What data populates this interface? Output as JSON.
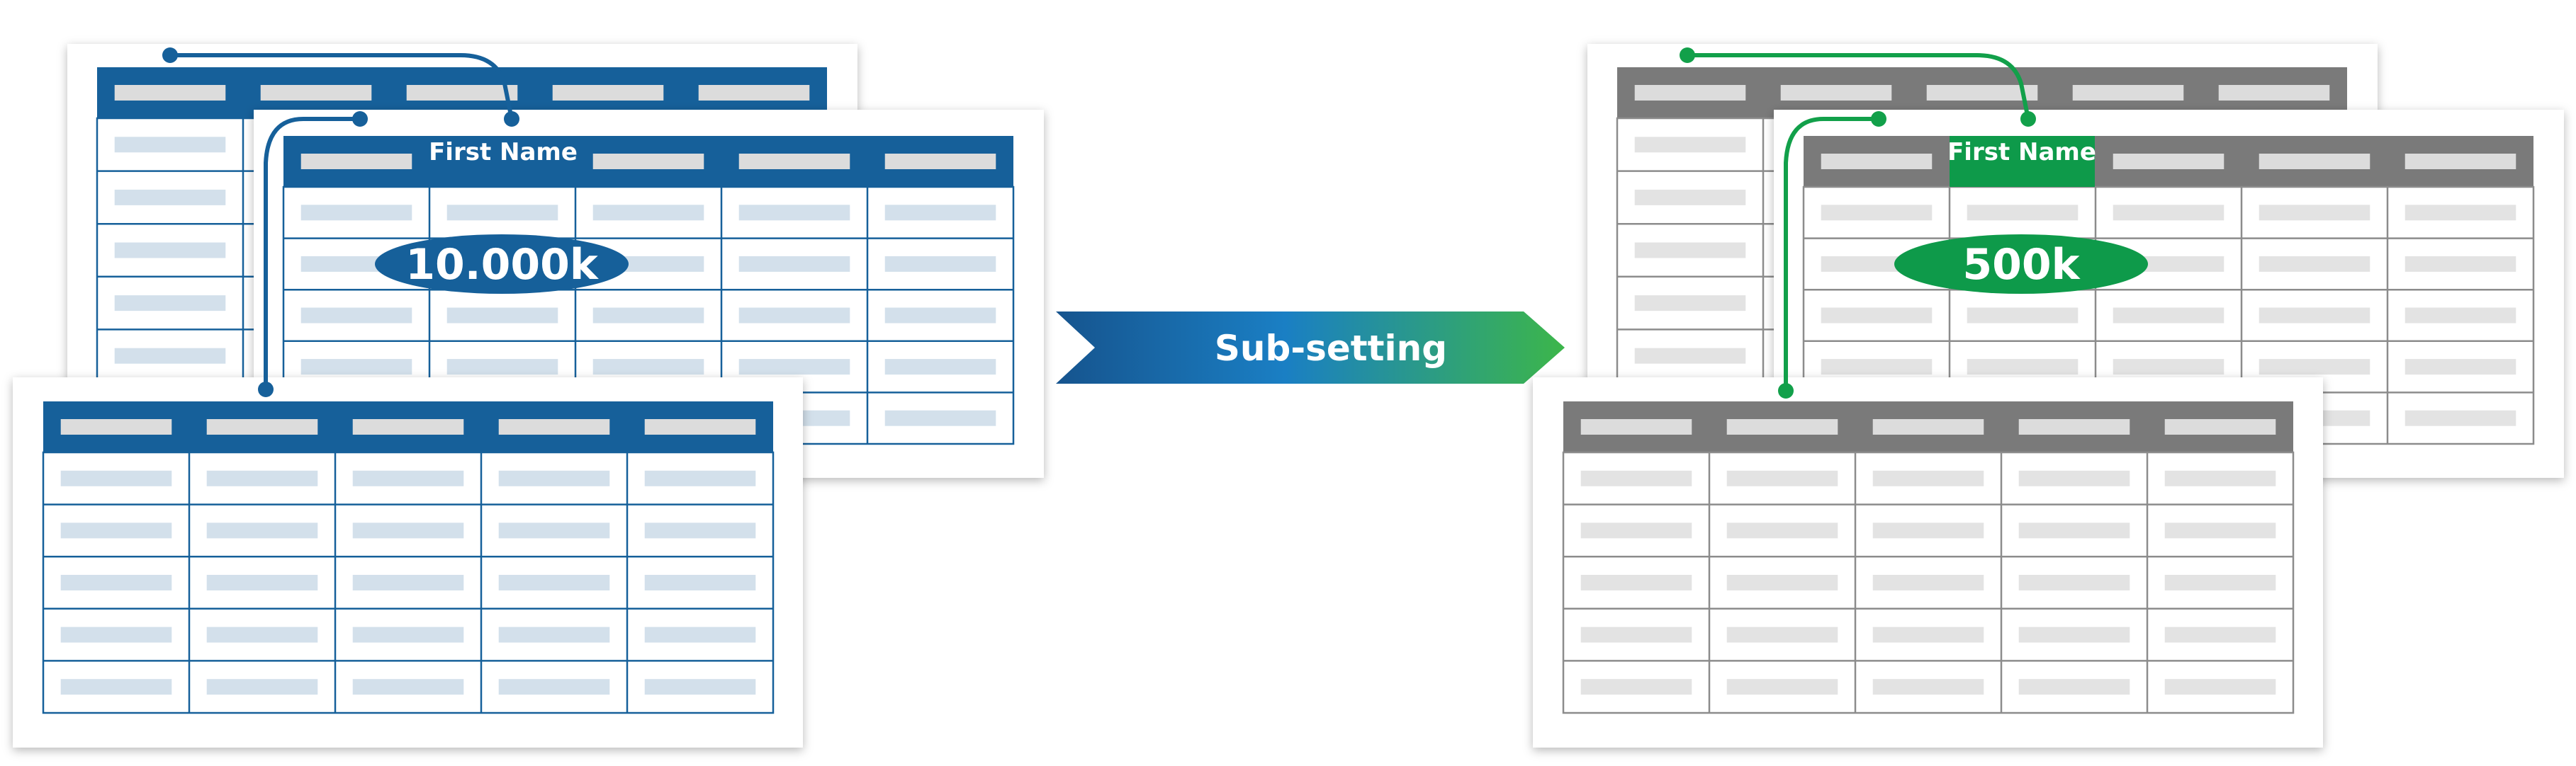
{
  "source": {
    "header_label": "First Name",
    "count_badge": "10.000k",
    "colors": {
      "header": "#16609A",
      "grid": "#16609A",
      "placeholder": "#D3E0EB",
      "connector": "#16609A",
      "badge": "#16609A"
    }
  },
  "process": {
    "label": "Sub-setting",
    "colors": {
      "start": "#16548E",
      "middle": "#1A7FC4",
      "end": "#3CB64A"
    }
  },
  "subset": {
    "header_label": "First Name",
    "count_badge": "500k",
    "colors": {
      "header": "#7A7A7A",
      "header_highlight": "#0E9A4A",
      "grid": "#8C8C8C",
      "placeholder": "#E3E3E3",
      "connector": "#12A04A",
      "badge": "#0E9A4A"
    }
  },
  "table": {
    "columns": 5,
    "rows": 5
  }
}
